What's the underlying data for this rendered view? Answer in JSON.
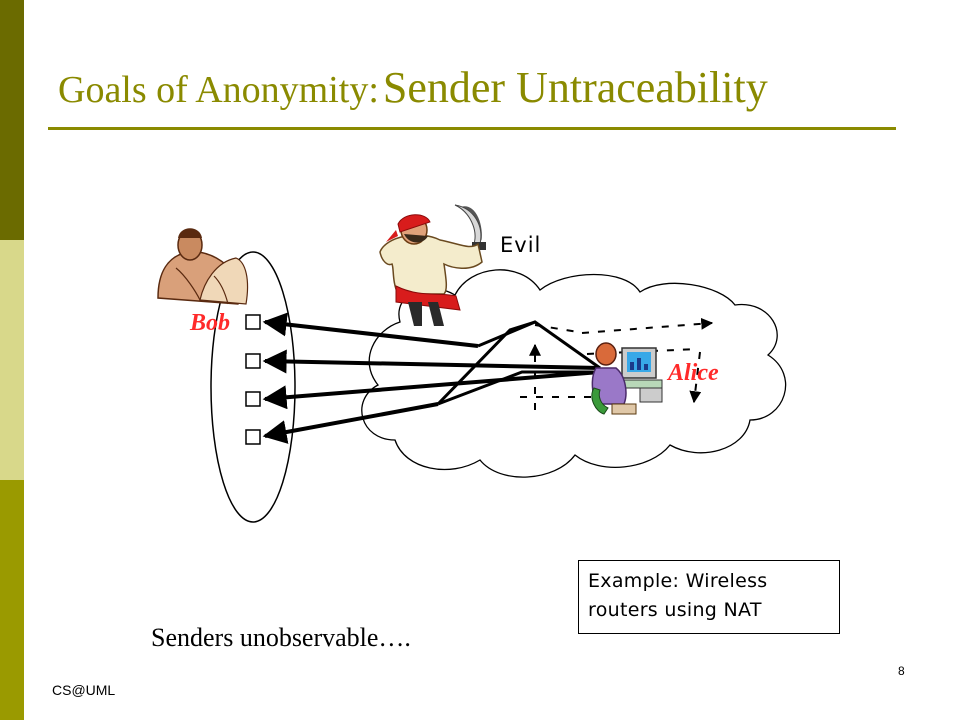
{
  "slide": {
    "title_part1": "Goals of Anonymity:",
    "title_part2": "Sender Untraceability",
    "caption": "Senders unobservable….",
    "example_line1": "Example: Wireless",
    "example_line2": "routers using NAT",
    "footer_left": "CS@UML",
    "page_number": "8"
  },
  "diagram": {
    "label_bob": "Bob",
    "label_alice": "Alice",
    "label_evil": "Evil"
  },
  "colors": {
    "sidebar_top": "#6b6b00",
    "sidebar_middle": "#d8d88a",
    "sidebar_bottom": "#9a9a00",
    "title": "#8a8a00",
    "name_labels": "#ff2a2a"
  },
  "icons": [
    "bob-clipart-icon",
    "pirate-evil-clipart-icon",
    "alice-computer-clipart-icon"
  ]
}
